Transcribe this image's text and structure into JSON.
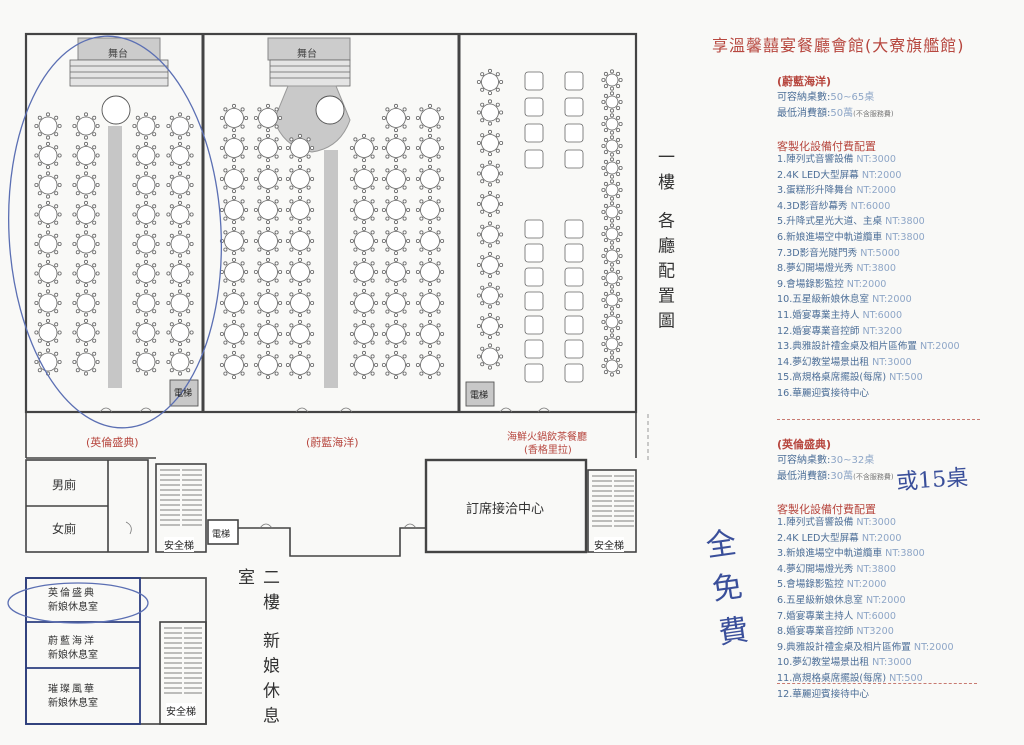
{
  "floorplan": {
    "stage_label": "舞台",
    "hall1_name": "(英倫盛典)",
    "hall2_name": "(蔚藍海洋)",
    "hall3_name_1": "海鮮火鍋飲茶餐廳",
    "hall3_name_2": "(香格里拉)",
    "elevator": "電梯",
    "mens_room": "男廁",
    "womens_room": "女廁",
    "stairs": "安全梯",
    "booking_center": "訂席接洽中心",
    "floor1_title": "一樓 各廳配置圖",
    "floor2_title": "二樓 新娘休息室",
    "bride_rooms": [
      {
        "line1": "英倫盛典",
        "line2": "新娘休息室"
      },
      {
        "line1": "蔚藍海洋",
        "line2": "新娘休息室"
      },
      {
        "line1": "璀璨風華",
        "line2": "新娘休息室"
      }
    ]
  },
  "info": {
    "title": "享溫馨囍宴餐廳會館(大寮旗艦館)",
    "section1": {
      "name": "(蔚藍海洋)",
      "capacity_label": "可容納桌數:",
      "capacity_value": "50~65桌",
      "min_label": "最低消費額:",
      "min_value": "50萬",
      "min_note": "(不含服務費)",
      "equip_header": "客製化設備付費配置",
      "items": [
        {
          "name": "1.陣列式音響設備",
          "price": "NT:3000"
        },
        {
          "name": "2.4K LED大型屏幕",
          "price": "NT:2000"
        },
        {
          "name": "3.蛋糕形升降舞台",
          "price": "NT:2000"
        },
        {
          "name": "4.3D影音紗幕秀",
          "price": "NT:6000"
        },
        {
          "name": "5.升降式星光大道、主桌",
          "price": "NT:3800"
        },
        {
          "name": "6.新娘進場空中軌道纜車",
          "price": "NT:3800"
        },
        {
          "name": "7.3D影音光隧門秀",
          "price": "NT:5000"
        },
        {
          "name": "8.夢幻開場燈光秀",
          "price": "NT:3800"
        },
        {
          "name": "9.會場錄影監控",
          "price": "NT:2000"
        },
        {
          "name": "10.五星級新娘休息室",
          "price": "NT:2000"
        },
        {
          "name": "11.婚宴專業主持人",
          "price": "NT:6000"
        },
        {
          "name": "12.婚宴專業音控師",
          "price": "NT:3200"
        },
        {
          "name": "13.典雅設計禮金桌及相片區佈置",
          "price": "NT:2000"
        },
        {
          "name": "14.夢幻教堂場景出租",
          "price": "NT:3000"
        },
        {
          "name": "15.高規格桌席擺設(每席)",
          "price": "NT:500"
        },
        {
          "name": "16.華麗迎賓接待中心",
          "price": ""
        }
      ]
    },
    "section2": {
      "name": "(英倫盛典)",
      "capacity_label": "可容納桌數:",
      "capacity_value": "30~32桌",
      "min_label": "最低消費額:",
      "min_value": "30萬",
      "min_note": "(不含服務費)",
      "equip_header": "客製化設備付費配置",
      "items": [
        {
          "name": "1.陣列式音響設備",
          "price": "NT:3000"
        },
        {
          "name": "2.4K LED大型屏幕",
          "price": "NT:2000"
        },
        {
          "name": "3.新娘進場空中軌道纜車",
          "price": "NT:3800"
        },
        {
          "name": "4.夢幻開場燈光秀",
          "price": "NT:3800"
        },
        {
          "name": "5.會場錄影監控",
          "price": "NT:2000"
        },
        {
          "name": "6.五星級新娘休息室",
          "price": "NT:2000"
        },
        {
          "name": "7.婚宴專業主持人",
          "price": "NT:6000"
        },
        {
          "name": "8.婚宴專業音控師",
          "price": "NT3200"
        },
        {
          "name": "9.典雅設計禮金桌及相片區佈置",
          "price": "NT:2000"
        },
        {
          "name": "10.夢幻教堂場景出租",
          "price": "NT:3000"
        },
        {
          "name": "11.高規格桌席擺設(每席)",
          "price": "NT:500"
        },
        {
          "name": "12.華麗迎賓接待中心",
          "price": ""
        }
      ]
    }
  },
  "handwriting": {
    "note1": "或15桌",
    "note2": "全免費"
  },
  "colors": {
    "accent_red": "#b7473f",
    "text_blue": "#4d6f98",
    "price_blue": "#8ea6c7",
    "pen_blue": "#3a4f9a"
  }
}
